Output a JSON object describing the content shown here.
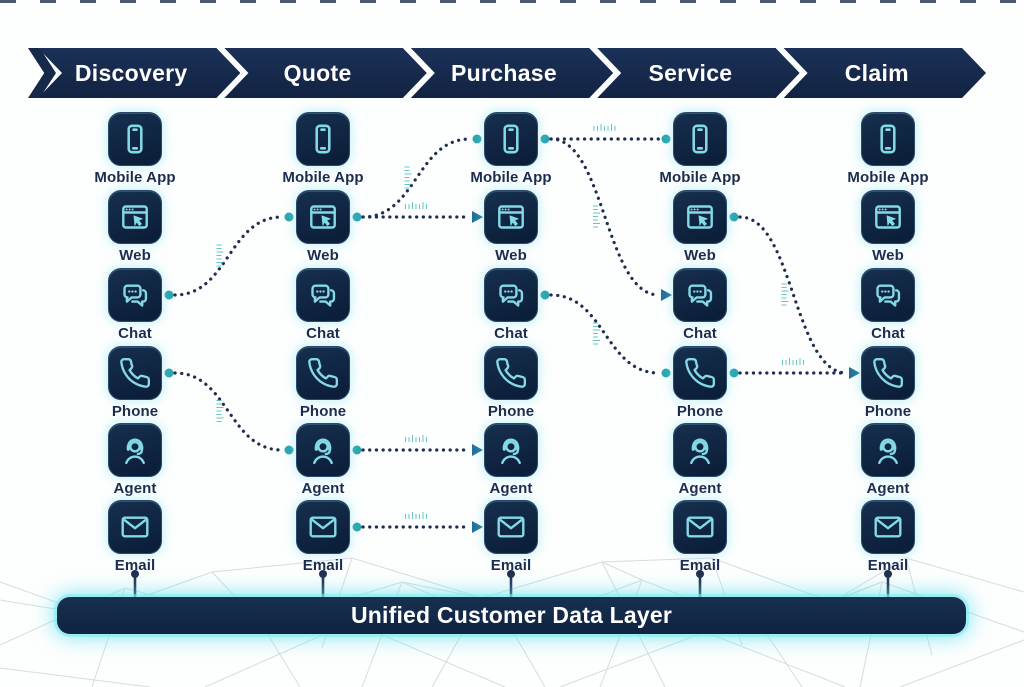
{
  "stages": [
    {
      "label": "Discovery"
    },
    {
      "label": "Quote"
    },
    {
      "label": "Purchase"
    },
    {
      "label": "Service"
    },
    {
      "label": "Claim"
    }
  ],
  "channels": [
    {
      "id": "mobile-app",
      "label": "Mobile App",
      "icon": "smartphone-icon"
    },
    {
      "id": "web",
      "label": "Web",
      "icon": "browser-cursor-icon"
    },
    {
      "id": "chat",
      "label": "Chat",
      "icon": "chat-bubbles-icon"
    },
    {
      "id": "phone",
      "label": "Phone",
      "icon": "phone-handset-icon"
    },
    {
      "id": "agent",
      "label": "Agent",
      "icon": "support-agent-icon"
    },
    {
      "id": "email",
      "label": "Email",
      "icon": "envelope-icon"
    }
  ],
  "connections": [
    {
      "from": {
        "stage": 0,
        "channel": "chat"
      },
      "to": {
        "stage": 1,
        "channel": "web"
      },
      "end": "dot"
    },
    {
      "from": {
        "stage": 0,
        "channel": "phone"
      },
      "to": {
        "stage": 1,
        "channel": "agent"
      },
      "end": "dot"
    },
    {
      "from": {
        "stage": 1,
        "channel": "web"
      },
      "to": {
        "stage": 2,
        "channel": "mobile-app"
      },
      "end": "dot"
    },
    {
      "from": {
        "stage": 1,
        "channel": "web"
      },
      "to": {
        "stage": 2,
        "channel": "web"
      },
      "end": "arrow"
    },
    {
      "from": {
        "stage": 1,
        "channel": "agent"
      },
      "to": {
        "stage": 2,
        "channel": "agent"
      },
      "end": "arrow"
    },
    {
      "from": {
        "stage": 1,
        "channel": "email"
      },
      "to": {
        "stage": 2,
        "channel": "email"
      },
      "end": "arrow"
    },
    {
      "from": {
        "stage": 2,
        "channel": "mobile-app"
      },
      "to": {
        "stage": 3,
        "channel": "mobile-app"
      },
      "end": "dot"
    },
    {
      "from": {
        "stage": 2,
        "channel": "mobile-app"
      },
      "to": {
        "stage": 3,
        "channel": "chat"
      },
      "end": "arrow"
    },
    {
      "from": {
        "stage": 2,
        "channel": "chat"
      },
      "to": {
        "stage": 3,
        "channel": "phone"
      },
      "end": "dot"
    },
    {
      "from": {
        "stage": 3,
        "channel": "web"
      },
      "to": {
        "stage": 4,
        "channel": "phone"
      },
      "end": "arrow"
    },
    {
      "from": {
        "stage": 3,
        "channel": "phone"
      },
      "to": {
        "stage": 4,
        "channel": "phone"
      },
      "end": "arrow"
    }
  ],
  "data_layer": {
    "label": "Unified Customer Data Layer",
    "connected_channel": "email"
  },
  "decorations": {
    "signal_marks": "ıılıılı"
  },
  "colors": {
    "navy": "#16294a",
    "tile_dark": "#0c1f3a",
    "icon_stroke": "#84d9e7",
    "label_text": "#1c2c4e",
    "path": "#1f2e50",
    "node_dot": "#2ba4ae",
    "arrowhead": "#20719a",
    "signal": "#45b8b6",
    "bar_glow": "#7aeef0",
    "mesh": "#d7dce1"
  }
}
